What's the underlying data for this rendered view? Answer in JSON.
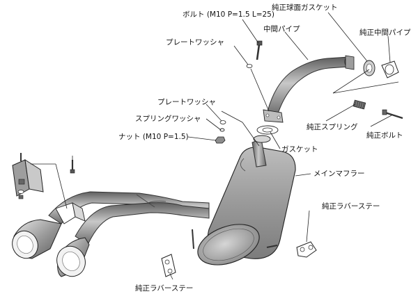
{
  "labels": {
    "genuine_spherical_gasket": "純正球面ガスケット",
    "bolt_spec": "ボルト (M10 P=1.5 L=25)",
    "mid_pipe": "中間パイプ",
    "genuine_mid_pipe": "純正中間パイプ",
    "plate_washer_top": "プレートワッシャ",
    "genuine_spring": "純正スプリング",
    "genuine_bolt": "純正ボルト",
    "plate_washer_mid": "プレートワッシャ",
    "spring_washer": "スプリングワッシャ",
    "nut_spec": "ナット (M10 P=1.5)",
    "gasket": "ガスケット",
    "main_muffler": "メインマフラー",
    "genuine_rubber_stay_right": "純正ラバーステー",
    "genuine_rubber_stay_bottom": "純正ラバーステー"
  },
  "colors": {
    "pipe_dark": "#7a7a7a",
    "pipe_light": "#c4c4c4",
    "muffler_body": "#a8a8a8",
    "line": "#222222"
  }
}
